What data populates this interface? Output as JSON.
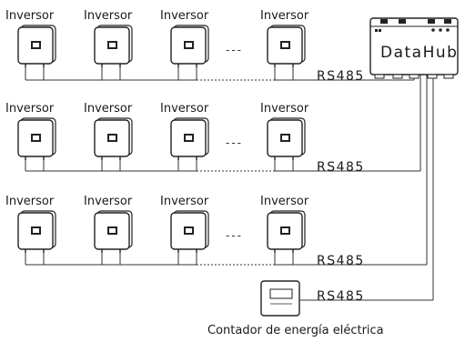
{
  "inverter_label": "Inversor",
  "ellipsis": "---",
  "datahub": {
    "label": "DataHub",
    "port_text": "☰∷    ● ● ●"
  },
  "bus_label": "RS485",
  "meter": {
    "caption": "Contador de energía eléctrica"
  },
  "rows": [
    {
      "name": "row-1",
      "inverters": 4
    },
    {
      "name": "row-2",
      "inverters": 4
    },
    {
      "name": "row-3",
      "inverters": 4
    }
  ]
}
